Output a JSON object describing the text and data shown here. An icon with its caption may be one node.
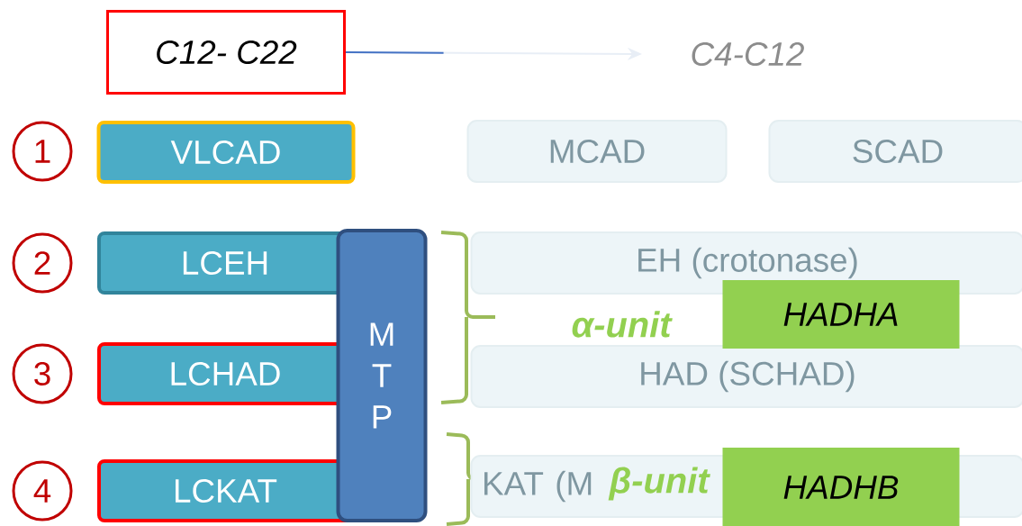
{
  "diagram": {
    "nodes": [
      {
        "text": [
          "C12- C22"
        ]
      },
      {
        "text": [
          "C4-C12"
        ]
      },
      {
        "text": [
          "VLCAD"
        ]
      },
      {
        "text": [
          "MCAD"
        ]
      },
      {
        "text": [
          "SCAD"
        ]
      },
      {
        "text": [
          "LCEH"
        ]
      },
      {
        "text": [
          "LCHAD"
        ]
      },
      {
        "text": [
          "LCKAT"
        ]
      },
      {
        "text": [
          "M T P"
        ]
      },
      {
        "text": [
          "EH (crotonase)"
        ]
      },
      {
        "text": [
          "HAD (SCHAD)"
        ]
      },
      {
        "text": [
          "KAT (M"
        ]
      },
      {
        "text": [
          "HADHA"
        ]
      },
      {
        "text": [
          "HADHB"
        ]
      },
      {
        "text": [
          "1"
        ]
      },
      {
        "text": [
          "2"
        ]
      },
      {
        "text": [
          "3"
        ]
      },
      {
        "text": [
          "4"
        ]
      }
    ],
    "edges": [
      {
        "from": 0,
        "to": 1,
        "arrow": "to"
      }
    ],
    "labels": [
      "α-unit",
      "β-unit"
    ]
  }
}
